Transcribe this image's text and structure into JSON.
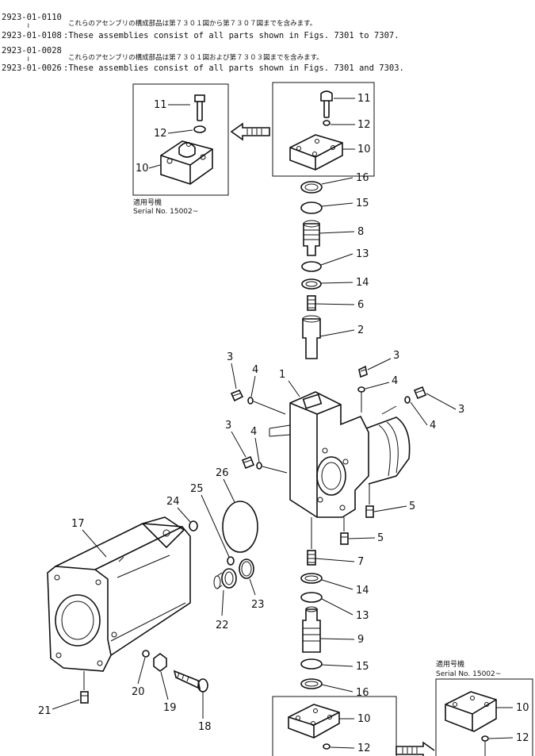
{
  "header": {
    "rows": [
      {
        "code_a": "2923-01-0110",
        "code_b": "2923-01-0108",
        "note_jp": "これらのアセンブリの構成部品は第７３０１図から第７３０７図までを含みます。",
        "note_en": ":These assemblies consist of all parts shown in Figs. 7301 to 7307."
      },
      {
        "code_a": "2923-01-0028",
        "code_b": "2923-01-0026",
        "note_jp": "これらのアセンブリの構成部品は第７３０１図および第７３０３図までを含みます。",
        "note_en": ":These assemblies consist of all parts shown in Figs. 7301 and 7303."
      }
    ]
  },
  "serial_boxes": [
    {
      "jp_label": "適用号機",
      "serial": "Serial No. 15002~"
    },
    {
      "jp_label": "適用号機",
      "serial": "Serial No. 15002~"
    }
  ],
  "callouts": [
    "1",
    "2",
    "3",
    "4",
    "5",
    "6",
    "7",
    "8",
    "9",
    "10",
    "11",
    "12",
    "13",
    "14",
    "15",
    "16",
    "17",
    "18",
    "19",
    "20",
    "21",
    "22",
    "23",
    "24",
    "25",
    "26"
  ],
  "labels": {
    "top_left_box": [
      "11",
      "12",
      "10"
    ],
    "top_right_box": [
      "11",
      "12",
      "10"
    ],
    "upper_stack": [
      "16",
      "15",
      "8",
      "13",
      "14",
      "6",
      "2"
    ],
    "body": [
      "1",
      "3",
      "4",
      "3",
      "4",
      "3",
      "3",
      "4",
      "4",
      "5",
      "5",
      "7"
    ],
    "lower_stack": [
      "14",
      "13",
      "9",
      "15",
      "16"
    ],
    "cylinder": [
      "17",
      "24",
      "25",
      "26",
      "22",
      "23",
      "20",
      "19",
      "18",
      "21"
    ],
    "bottom_left_box": [
      "10",
      "12"
    ],
    "bottom_right_box": [
      "10",
      "12"
    ]
  }
}
